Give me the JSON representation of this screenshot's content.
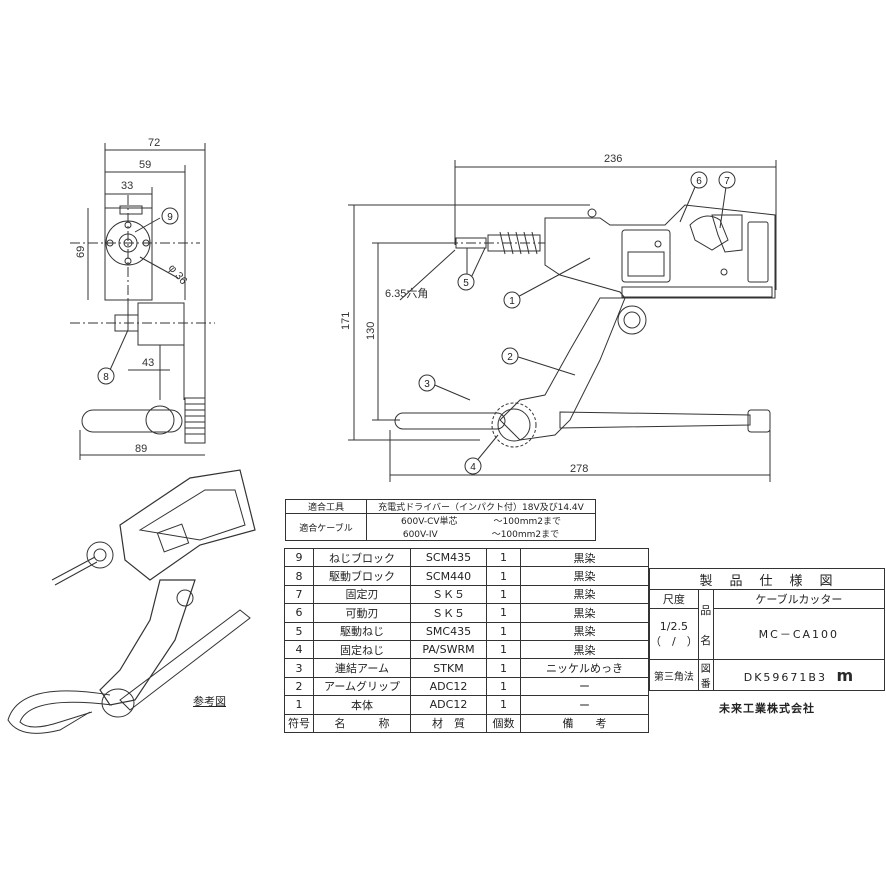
{
  "dimensions": {
    "d72": "72",
    "d59": "59",
    "d33": "33",
    "d69": "69",
    "phi36": "φ 36",
    "d43": "43",
    "d89": "89",
    "d236": "236",
    "d171": "171",
    "d130": "130",
    "d278": "278",
    "hex": "6.35六角"
  },
  "balloons": [
    "1",
    "2",
    "3",
    "4",
    "5",
    "6",
    "7",
    "8",
    "9"
  ],
  "reference_label": "参考図",
  "compat": {
    "tool_label": "適合工具",
    "tool_value": "充電式ドライバー（インパクト付）18V及び14.4V",
    "cable_label": "適合ケーブル",
    "cable_line1": "600V-CV単芯　　　　～100mm2まで",
    "cable_line2": "600V-IV　　　　　　～100mm2まで"
  },
  "parts": [
    {
      "no": "9",
      "name": "ねじブロック",
      "material": "SCM435",
      "qty": "1",
      "note": "黒染"
    },
    {
      "no": "8",
      "name": "駆動ブロック",
      "material": "SCM440",
      "qty": "1",
      "note": "黒染"
    },
    {
      "no": "7",
      "name": "固定刃",
      "material": "ＳＫ５",
      "qty": "1",
      "note": "黒染"
    },
    {
      "no": "6",
      "name": "可動刃",
      "material": "ＳＫ５",
      "qty": "1",
      "note": "黒染"
    },
    {
      "no": "5",
      "name": "駆動ねじ",
      "material": "SMC435",
      "qty": "1",
      "note": "黒染"
    },
    {
      "no": "4",
      "name": "固定ねじ",
      "material": "PA/SWRM",
      "qty": "1",
      "note": "黒染"
    },
    {
      "no": "3",
      "name": "連結アーム",
      "material": "STKM",
      "qty": "1",
      "note": "ニッケルめっき"
    },
    {
      "no": "2",
      "name": "アームグリップ",
      "material": "ADC12",
      "qty": "1",
      "note": "ー"
    },
    {
      "no": "1",
      "name": "本体",
      "material": "ADC12",
      "qty": "1",
      "note": "ー"
    }
  ],
  "parts_header": {
    "no": "符号",
    "name": "名　　　称",
    "material": "材　質",
    "qty": "個数",
    "note": "備　　考"
  },
  "spec": {
    "title": "製　品　仕　様　図",
    "scale_label": "尺度",
    "scale_value": "1/2.5",
    "scale_paren": "（　/　）",
    "hin": "品",
    "mei": "名",
    "product_name": "ケーブルカッター",
    "model": "MC－CA100",
    "projection": "第三角法",
    "zu": "図",
    "ban": "番",
    "drawing_no": "DK59671B3",
    "logo": "m",
    "company": "未来工業株式会社"
  }
}
